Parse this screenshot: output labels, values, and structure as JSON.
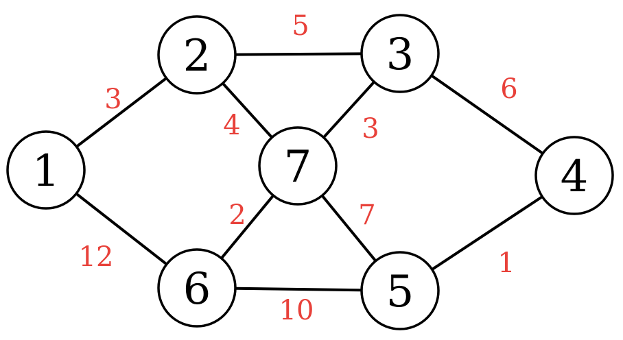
{
  "graph": {
    "colors": {
      "edge": "#000000",
      "node_stroke": "#000000",
      "node_fill": "#ffffff",
      "node_text": "#000000",
      "weight_text": "#e8413a"
    },
    "nodes": [
      {
        "id": "1",
        "label": "1"
      },
      {
        "id": "2",
        "label": "2"
      },
      {
        "id": "3",
        "label": "3"
      },
      {
        "id": "4",
        "label": "4"
      },
      {
        "id": "5",
        "label": "5"
      },
      {
        "id": "6",
        "label": "6"
      },
      {
        "id": "7",
        "label": "7"
      }
    ],
    "edges": [
      {
        "from": "1",
        "to": "2",
        "weight": "3"
      },
      {
        "from": "1",
        "to": "6",
        "weight": "12"
      },
      {
        "from": "2",
        "to": "3",
        "weight": "5"
      },
      {
        "from": "2",
        "to": "7",
        "weight": "4"
      },
      {
        "from": "3",
        "to": "7",
        "weight": "3"
      },
      {
        "from": "3",
        "to": "4",
        "weight": "6"
      },
      {
        "from": "7",
        "to": "6",
        "weight": "2"
      },
      {
        "from": "7",
        "to": "5",
        "weight": "7"
      },
      {
        "from": "6",
        "to": "5",
        "weight": "10"
      },
      {
        "from": "5",
        "to": "4",
        "weight": "1"
      }
    ]
  }
}
